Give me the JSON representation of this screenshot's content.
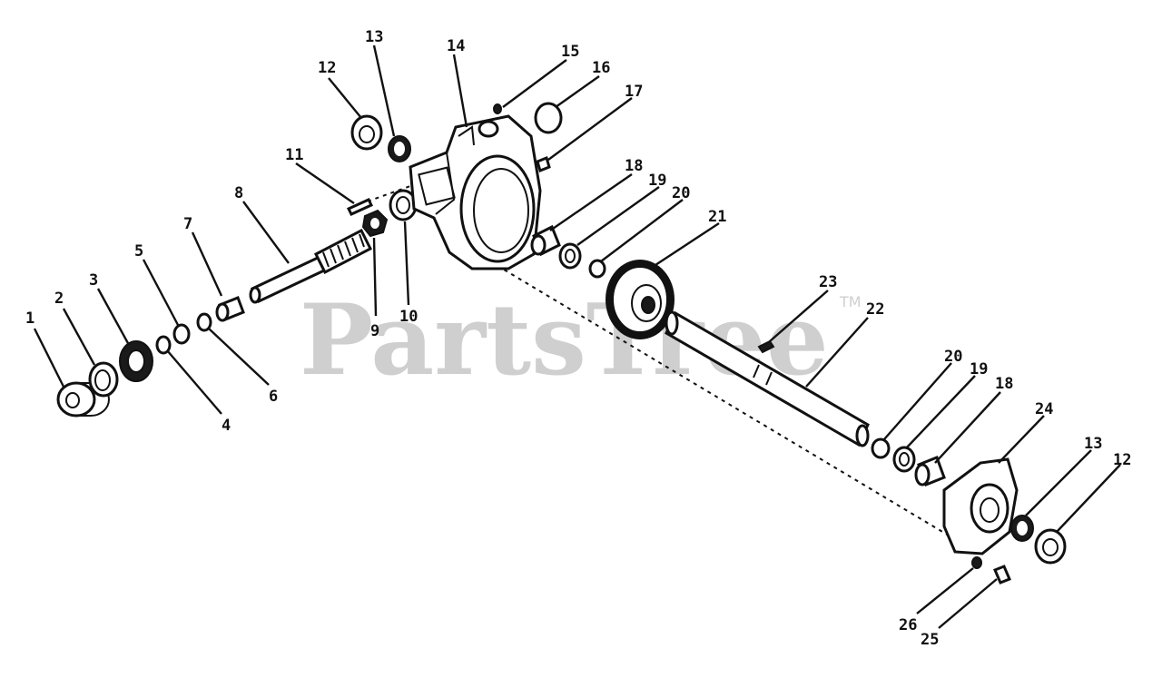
{
  "watermark": {
    "text": "PartsTree",
    "trademark": "TM",
    "color": "#cfcfcf"
  },
  "callouts": [
    "1",
    "2",
    "3",
    "4",
    "5",
    "6",
    "7",
    "8",
    "9",
    "10",
    "11",
    "12",
    "13",
    "14",
    "15",
    "16",
    "17",
    "18",
    "19",
    "20",
    "21",
    "22",
    "23",
    "20",
    "19",
    "18",
    "24",
    "13",
    "12",
    "26",
    "25"
  ],
  "colors": {
    "ink": "#111111",
    "background": "#ffffff"
  }
}
